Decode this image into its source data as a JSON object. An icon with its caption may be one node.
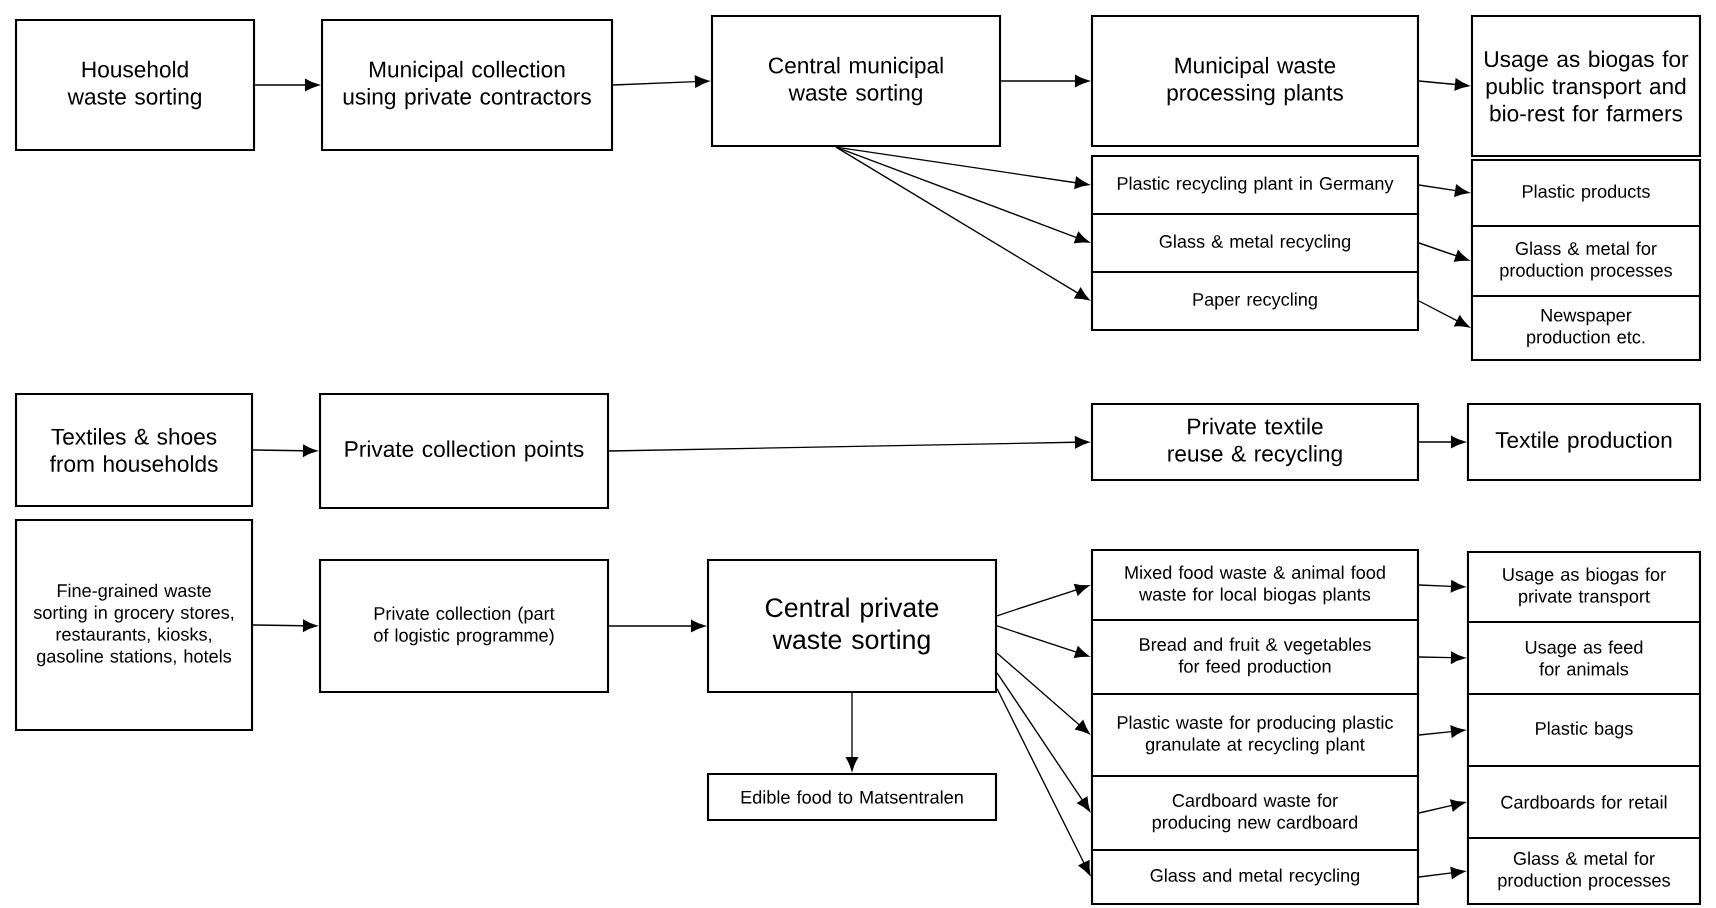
{
  "diagram": {
    "nodes": [
      {
        "text": [
          "Household waste sorting"
        ]
      },
      {
        "text": [
          "Municipal collection using private contractors"
        ]
      },
      {
        "text": [
          "Central municipal waste sorting"
        ]
      },
      {
        "text": [
          "Municipal waste processing plants"
        ]
      },
      {
        "text": [
          "Usage as biogas for public transport and bio-rest for farmers"
        ]
      },
      {
        "text": [
          "Plastic recycling plant in Germany"
        ]
      },
      {
        "text": [
          "Glass & metal recycling"
        ]
      },
      {
        "text": [
          "Paper recycling"
        ]
      },
      {
        "text": [
          "Plastic products"
        ]
      },
      {
        "text": [
          "Glass & metal for production processes"
        ]
      },
      {
        "text": [
          "Newspaper production etc."
        ]
      },
      {
        "text": [
          "Textiles & shoes from households"
        ]
      },
      {
        "text": [
          "Private collection points"
        ]
      },
      {
        "text": [
          "Private textile reuse & recycling"
        ]
      },
      {
        "text": [
          "Textile production"
        ]
      },
      {
        "text": [
          "Fine-grained waste sorting in grocery stores, restaurants, kiosks, gasoline stations, hotels"
        ]
      },
      {
        "text": [
          "Private collection (part of logistic programme)"
        ]
      },
      {
        "text": [
          "Central private waste sorting"
        ]
      },
      {
        "text": [
          "Edible food to Matsentralen"
        ]
      },
      {
        "text": [
          "Mixed food waste & animal food waste for local biogas plants"
        ]
      },
      {
        "text": [
          "Bread and fruit & vegetables for feed production"
        ]
      },
      {
        "text": [
          "Plastic waste for producing plastic granulate at recycling plant"
        ]
      },
      {
        "text": [
          "Cardboard waste for producing new cardboard"
        ]
      },
      {
        "text": [
          "Glass and metal recycling"
        ]
      },
      {
        "text": [
          "Usage as biogas for private transport"
        ]
      },
      {
        "text": [
          "Usage as feed for animals"
        ]
      },
      {
        "text": [
          "Plastic bags"
        ]
      },
      {
        "text": [
          "Cardboards for retail"
        ]
      },
      {
        "text": [
          "Glass & metal for production processes"
        ]
      }
    ],
    "edges": [
      {
        "from": 0,
        "to": 1,
        "arrow": "to"
      },
      {
        "from": 1,
        "to": 2,
        "arrow": "to"
      },
      {
        "from": 2,
        "to": 3,
        "arrow": "to"
      },
      {
        "from": 3,
        "to": 4,
        "arrow": "to"
      },
      {
        "from": 2,
        "to": 5,
        "arrow": "to"
      },
      {
        "from": 2,
        "to": 6,
        "arrow": "to"
      },
      {
        "from": 2,
        "to": 7,
        "arrow": "to"
      },
      {
        "from": 5,
        "to": 8,
        "arrow": "to"
      },
      {
        "from": 6,
        "to": 9,
        "arrow": "to"
      },
      {
        "from": 7,
        "to": 10,
        "arrow": "to"
      },
      {
        "from": 11,
        "to": 12,
        "arrow": "to"
      },
      {
        "from": 12,
        "to": 13,
        "arrow": "to"
      },
      {
        "from": 13,
        "to": 14,
        "arrow": "to"
      },
      {
        "from": 15,
        "to": 16,
        "arrow": "to"
      },
      {
        "from": 16,
        "to": 17,
        "arrow": "to"
      },
      {
        "from": 17,
        "to": 18,
        "arrow": "to"
      },
      {
        "from": 17,
        "to": 19,
        "arrow": "to"
      },
      {
        "from": 17,
        "to": 20,
        "arrow": "to"
      },
      {
        "from": 17,
        "to": 21,
        "arrow": "to"
      },
      {
        "from": 17,
        "to": 22,
        "arrow": "to"
      },
      {
        "from": 17,
        "to": 23,
        "arrow": "to"
      },
      {
        "from": 19,
        "to": 24,
        "arrow": "to"
      },
      {
        "from": 20,
        "to": 25,
        "arrow": "to"
      },
      {
        "from": 21,
        "to": 26,
        "arrow": "to"
      },
      {
        "from": 22,
        "to": 27,
        "arrow": "to"
      },
      {
        "from": 23,
        "to": 28,
        "arrow": "to"
      }
    ]
  }
}
